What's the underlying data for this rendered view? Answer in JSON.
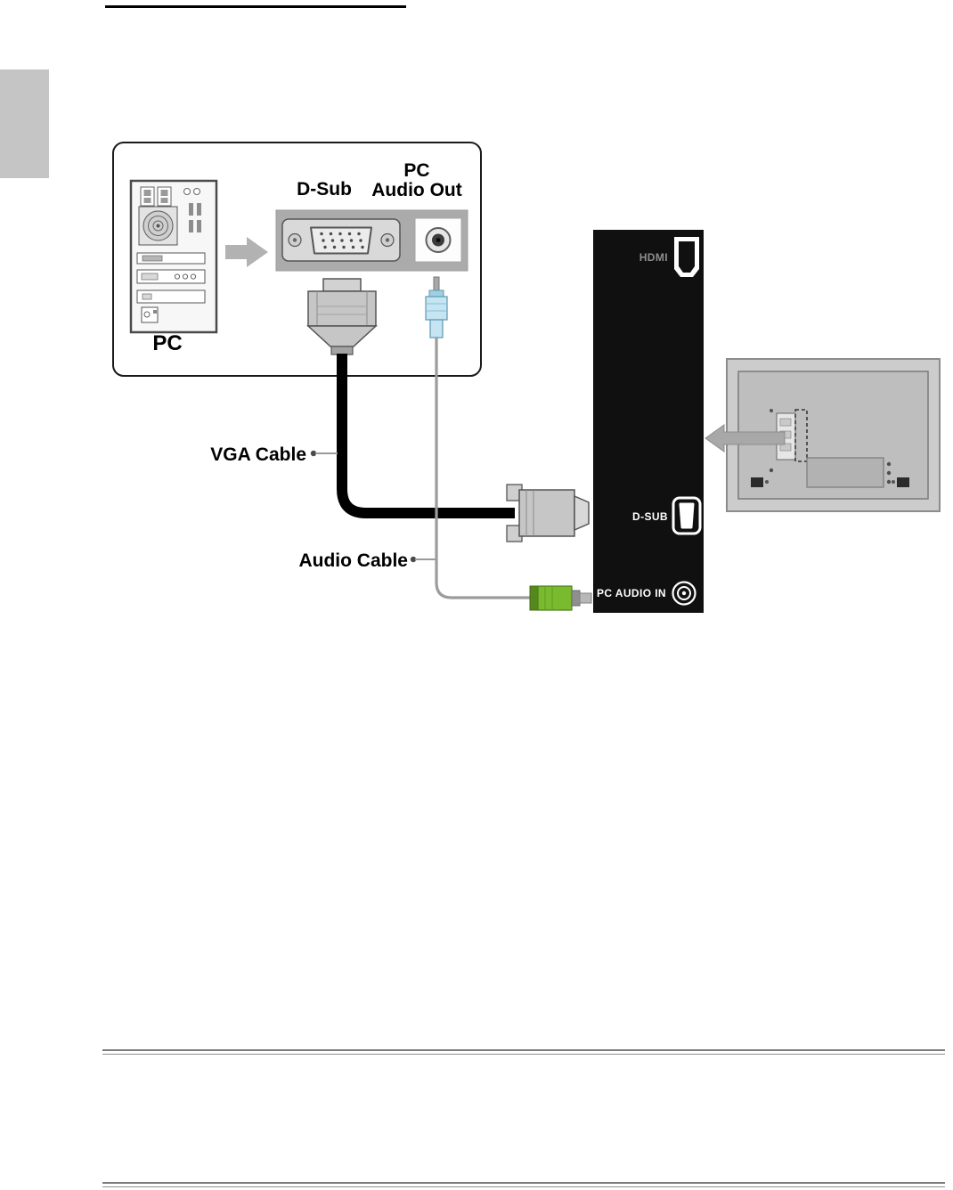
{
  "labels": {
    "pc": "PC",
    "d_sub": "D-Sub",
    "pc_audio_out_line1": "PC",
    "pc_audio_out_line2": "Audio Out",
    "vga_cable": "VGA Cable",
    "audio_cable": "Audio Cable"
  },
  "panel": {
    "hdmi": "HDMI",
    "d_sub": "D-SUB",
    "pc_audio_in": "PC AUDIO IN"
  },
  "colors": {
    "panel_black": "#101010",
    "vga_cable_black": "#000000",
    "audio_cable_gray": "#9c9c9c",
    "audio_plug_blue": "#c4e5f1",
    "audio_plug_green": "#79ba2e",
    "diagram_gray": "#ababab",
    "arrow_gray": "#b2b2b2"
  }
}
